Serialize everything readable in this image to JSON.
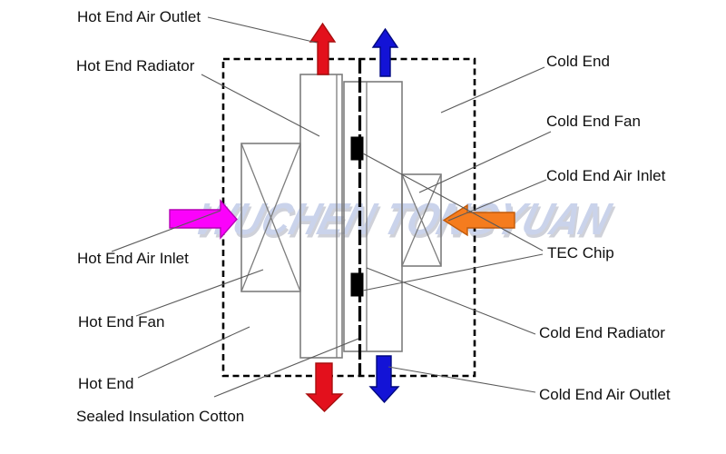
{
  "diagram": {
    "watermark": "WUCHEN TONGYUAN",
    "labels": {
      "hot_end_air_outlet": "Hot End Air Outlet",
      "hot_end_radiator": "Hot End Radiator",
      "hot_end_air_inlet": "Hot End Air Inlet",
      "hot_end_fan": "Hot End Fan",
      "hot_end": "Hot End",
      "sealed_insulation_cotton": "Sealed Insulation Cotton",
      "cold_end": "Cold End",
      "cold_end_fan": "Cold End Fan",
      "cold_end_air_inlet": "Cold End Air Inlet",
      "tec_chip": "TEC Chip",
      "cold_end_radiator": "Cold End Radiator",
      "cold_end_air_outlet": "Cold End Air Outlet"
    },
    "colors": {
      "hot_flow_arrow": "#e3101c",
      "cold_flow_arrow": "#1313d6",
      "hot_air_inlet_arrow": "#fb02fb",
      "cold_air_inlet_arrow": "#f57c1e",
      "component_outline": "#7d7d7d",
      "leader_line": "#5a5a5a",
      "insulation_frame": "#000000",
      "tec_chip_fill": "#000000",
      "watermark_color": "#c5cfe9"
    }
  }
}
